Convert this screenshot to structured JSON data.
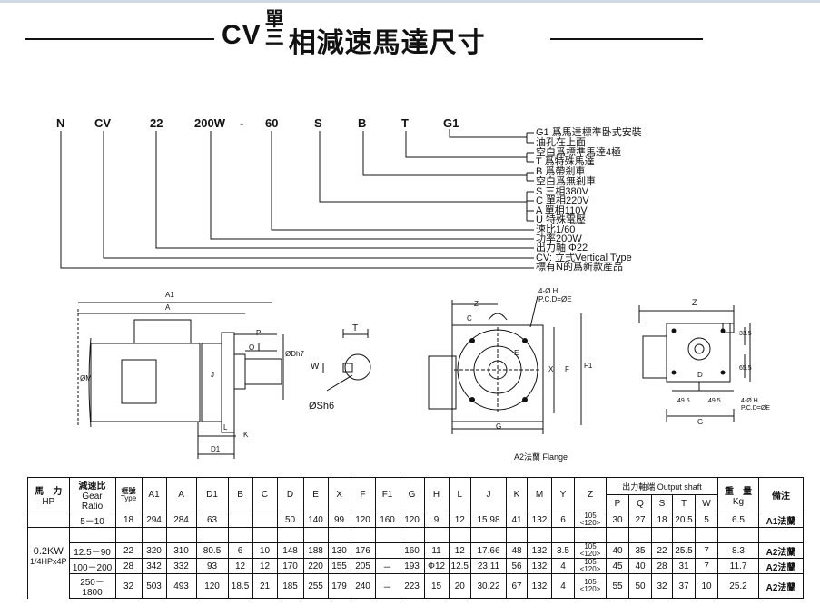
{
  "title": {
    "cv": "CV",
    "stack_top": "單",
    "stack_bottom": "三",
    "rest": "相減速馬達尺寸"
  },
  "model_code": [
    "N",
    "CV",
    "22",
    "200W",
    "-",
    "60",
    "S",
    "B",
    "T",
    "G1"
  ],
  "legend": [
    "G1 爲馬達標準卧式安裝",
    "油孔在上面",
    "空白爲標準馬達4極",
    "T 爲特殊馬達",
    "B  爲帶剎車",
    "空白爲無剎車",
    "S  三相380V",
    "C  單相220V",
    "A  單相110V",
    "U  特殊電壓",
    "速比1/60",
    "功率200W",
    "出力軸 Φ22",
    "CV: 立式Vertical Type",
    "標有N的爲新款産品"
  ],
  "drawing_labels": {
    "a1": "A1",
    "a": "A",
    "p": "P",
    "q": "Q",
    "d_h7": "ØDh7",
    "m": "ØM",
    "j": "J",
    "d1": "D1",
    "l": "L",
    "k": "K",
    "t": "T",
    "w": "W",
    "sh6": "ØSh6",
    "z": "Z",
    "c": "C",
    "hole_h": "4-Ø H",
    "pcd_e": "P.C.D=ØE",
    "e": "E",
    "x": "X",
    "f": "F",
    "f1": "F1",
    "g": "G",
    "flange_caption": "A2法蘭  Flange",
    "z2": "Z",
    "v335": "33.5",
    "v655": "65.5",
    "d": "D",
    "v495a": "49.5",
    "v495b": "49.5",
    "g2": "G",
    "hole_h2": "4-Ø H",
    "pcd_e2": "P.C.D=ØE"
  },
  "table": {
    "head1": {
      "hp": "馬　力",
      "hp2": "HP",
      "ratio": "減速比",
      "ratio2": "Gear",
      "ratio3": "Ratio",
      "frame": "框號",
      "frame2": "Type",
      "cols": [
        "A1",
        "A",
        "D1",
        "B",
        "C",
        "D",
        "E",
        "X",
        "F",
        "F1",
        "G",
        "H",
        "L",
        "J",
        "K",
        "M",
        "Y",
        "Z"
      ],
      "shaft": "出力軸端 Output shaft",
      "weight": "重　量",
      "weight2": "Kg",
      "remark": "備注"
    },
    "shaft_cols": [
      "P",
      "Q",
      "S",
      "T",
      "W"
    ],
    "motor": "0.2KW",
    "motor2": "1/4HPx4P",
    "rows": [
      {
        "ratio": "5－10",
        "frame": "18",
        "vals": [
          "294",
          "284",
          "63",
          "",
          "",
          "50",
          "140",
          "99",
          "120",
          "160",
          "120",
          "9",
          "12",
          "15.98",
          "41",
          "132",
          "6"
        ],
        "z1": "105",
        "z2": "<120>",
        "shaft": [
          "30",
          "27",
          "18",
          "20.5",
          "5"
        ],
        "kg": "6.5",
        "remark": "A1法蘭"
      },
      {
        "ratio": "12.5－90",
        "frame": "22",
        "vals": [
          "320",
          "310",
          "80.5",
          "6",
          "10",
          "148",
          "188",
          "130",
          "176",
          "",
          "160",
          "11",
          "12",
          "17.66",
          "48",
          "132",
          "3.5"
        ],
        "z1": "105",
        "z2": "<120>",
        "shaft": [
          "40",
          "35",
          "22",
          "25.5",
          "7"
        ],
        "kg": "8.3",
        "remark": "A2法蘭"
      },
      {
        "ratio": "100－200",
        "frame": "28",
        "vals": [
          "342",
          "332",
          "93",
          "12",
          "12",
          "170",
          "220",
          "155",
          "205",
          "－",
          "193",
          "Φ12",
          "12.5",
          "23.11",
          "56",
          "132",
          "4"
        ],
        "z1": "105",
        "z2": "<120>",
        "shaft": [
          "45",
          "40",
          "28",
          "31",
          "7"
        ],
        "kg": "11.7",
        "remark": "A2法蘭"
      },
      {
        "ratio": "250－1800",
        "frame": "32",
        "vals": [
          "503",
          "493",
          "120",
          "18.5",
          "21",
          "185",
          "255",
          "179",
          "240",
          "－",
          "223",
          "15",
          "20",
          "30.22",
          "67",
          "132",
          "4"
        ],
        "z1": "105",
        "z2": "<120>",
        "shaft": [
          "55",
          "50",
          "32",
          "37",
          "10"
        ],
        "kg": "25.2",
        "remark": "A2法蘭"
      }
    ]
  }
}
